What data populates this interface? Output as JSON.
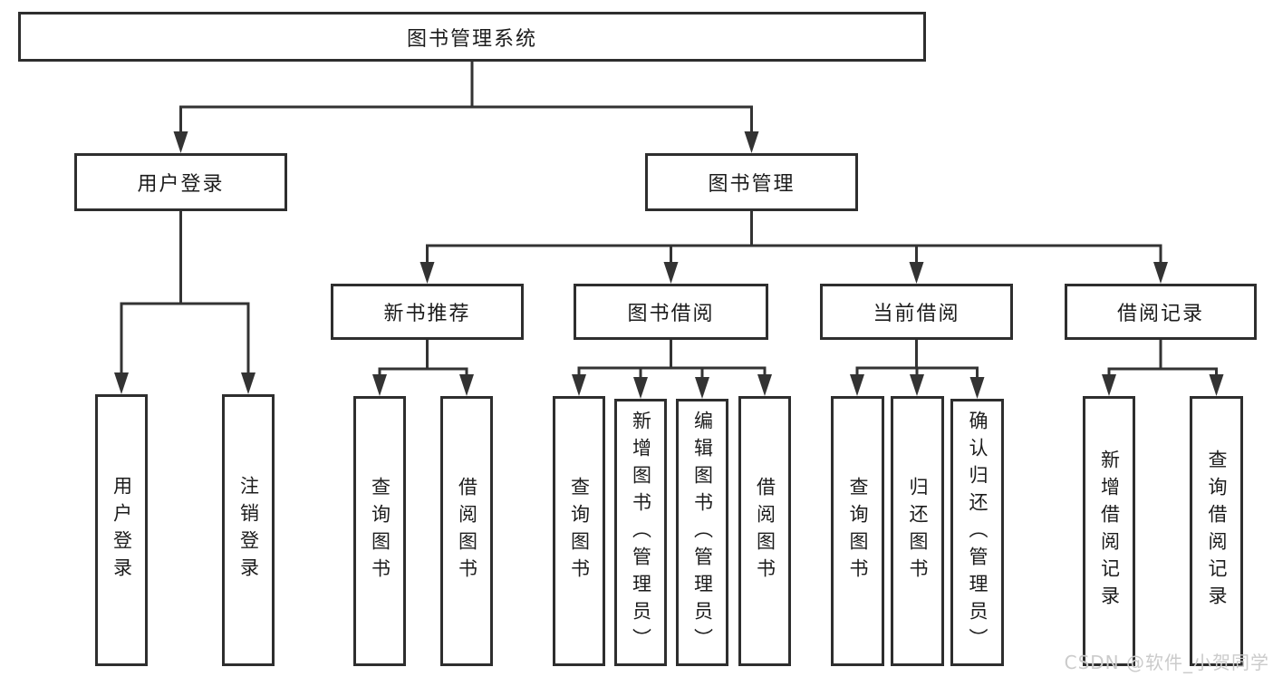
{
  "diagram": {
    "root": {
      "label": "图书管理系统"
    },
    "level1": [
      {
        "id": "user-login",
        "label": "用户登录"
      },
      {
        "id": "book-management",
        "label": "图书管理"
      }
    ],
    "level2": [
      {
        "id": "new-book-recommend",
        "label": "新书推荐"
      },
      {
        "id": "book-borrow",
        "label": "图书借阅"
      },
      {
        "id": "current-borrow",
        "label": "当前借阅"
      },
      {
        "id": "borrow-records",
        "label": "借阅记录"
      }
    ],
    "leaves": {
      "user_login": [
        "用户登录",
        "注销登录"
      ],
      "new_book_recommend": [
        "查询图书",
        "借阅图书"
      ],
      "book_borrow": [
        "查询图书",
        "新增图书（管理员）",
        "编辑图书（管理员）",
        "借阅图书"
      ],
      "current_borrow": [
        "查询图书",
        "归还图书",
        "确认归还（管理员）"
      ],
      "borrow_records": [
        "新增借阅记录",
        "查询借阅记录"
      ]
    },
    "colors": {
      "line": "#333333",
      "box_border": "#2e2e2e",
      "box_fill": "#ffffff",
      "text": "#1c1c1c",
      "watermark": "#cbcbcb"
    }
  },
  "watermark": {
    "text": "CSDN @软件_小贺同学"
  }
}
